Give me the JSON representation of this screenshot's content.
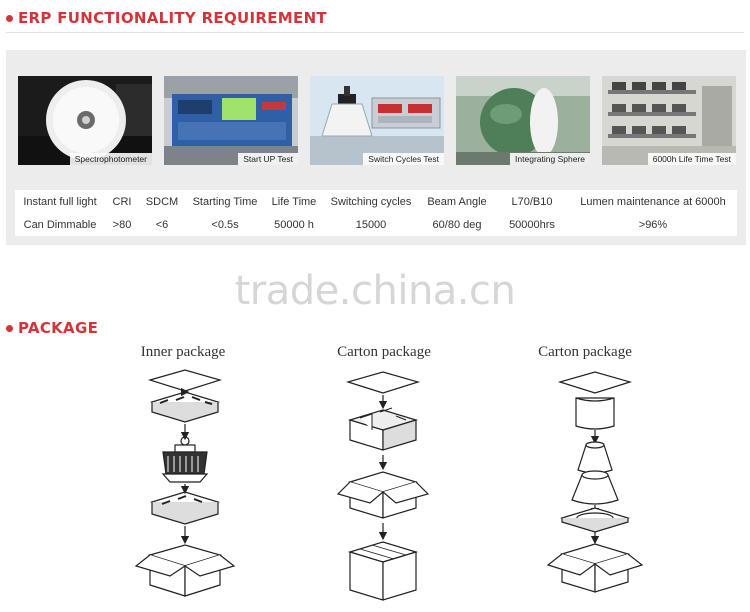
{
  "erp": {
    "heading": "ERP FUNCTIONALITY REQUIREMENT",
    "photos": [
      {
        "caption": "Spectrophotometer"
      },
      {
        "caption": "Start UP Test"
      },
      {
        "caption": "Switch Cycles Test"
      },
      {
        "caption": "Integrating Sphere"
      },
      {
        "caption": "6000h Life Time Test"
      }
    ],
    "table": {
      "headers": [
        "Instant full light",
        "CRI",
        "SDCM",
        "Starting Time",
        "Life Time",
        "Switching cycles",
        "Beam Angle",
        "L70/B10",
        "Lumen maintenance at 6000h"
      ],
      "values": [
        "Can Dimmable",
        ">80",
        "<6",
        "<0.5s",
        "50000 h",
        "15000",
        "60/80 deg",
        "50000hrs",
        ">96%"
      ]
    }
  },
  "watermark": "trade.china.cn",
  "package": {
    "heading": "PACKAGE",
    "columns": [
      {
        "title": "Inner package"
      },
      {
        "title": "Carton package"
      },
      {
        "title": "Carton package"
      }
    ]
  },
  "colors": {
    "accent": "#d3343a",
    "panel": "#ececec",
    "line": "#222222"
  }
}
